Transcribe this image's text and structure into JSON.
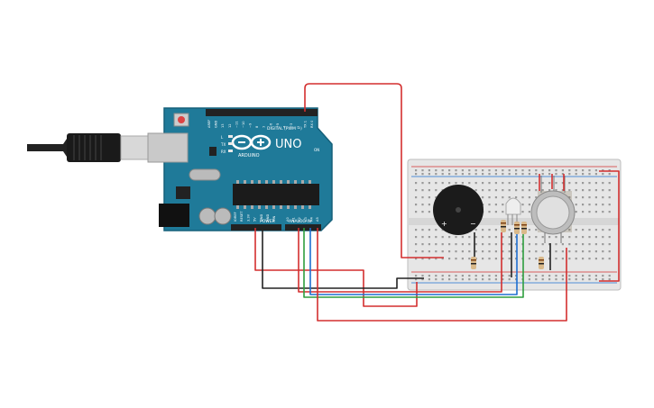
{
  "board": {
    "brand": "UNO",
    "maker": "ARDUINO",
    "digital_header": "DIGITAL (PWM ~)",
    "power_header": "POWER",
    "analog_header": "ANALOG IN",
    "digital_pins": [
      "AREF",
      "GND",
      "13",
      "12",
      "~11",
      "~10",
      "~9",
      "8",
      "7",
      "~6",
      "~5",
      "4",
      "~3",
      "2",
      "TX 1",
      "RX 0"
    ],
    "power_pins": [
      "IOREF",
      "RESET",
      "3.3V",
      "5V",
      "GND",
      "GND",
      "VIN"
    ],
    "analog_pins": [
      "A0",
      "A1",
      "A2",
      "A3",
      "A4",
      "A5"
    ],
    "leds": [
      "L",
      "TX",
      "RX"
    ],
    "on_label": "ON"
  },
  "buzzer": {
    "plus": "+",
    "minus": "−"
  },
  "wire_colors": {
    "red": "#d32f2f",
    "black": "#222222",
    "green": "#2e9e3e",
    "blue": "#1e6fd0"
  }
}
